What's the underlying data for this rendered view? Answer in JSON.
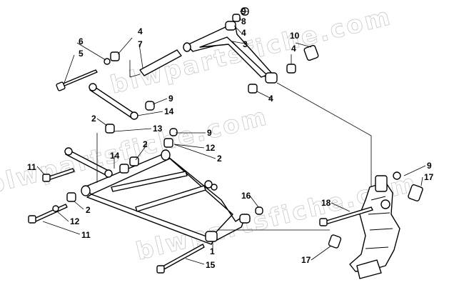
{
  "watermark": "blwpartsfiche.com",
  "callouts": [
    {
      "id": "c9a",
      "text": "9"
    },
    {
      "id": "c8",
      "text": "8"
    },
    {
      "id": "c4a",
      "text": "4"
    },
    {
      "id": "c3",
      "text": "3"
    },
    {
      "id": "c4b",
      "text": "4"
    },
    {
      "id": "c7",
      "text": "7"
    },
    {
      "id": "c6",
      "text": "6"
    },
    {
      "id": "c5",
      "text": "5"
    },
    {
      "id": "c10",
      "text": "10"
    },
    {
      "id": "c4c",
      "text": "4"
    },
    {
      "id": "c4d",
      "text": "4"
    },
    {
      "id": "c9b",
      "text": "9"
    },
    {
      "id": "c14a",
      "text": "14"
    },
    {
      "id": "c2a",
      "text": "2"
    },
    {
      "id": "c13",
      "text": "13"
    },
    {
      "id": "c9c",
      "text": "9"
    },
    {
      "id": "c12a",
      "text": "12"
    },
    {
      "id": "c2b",
      "text": "2"
    },
    {
      "id": "c2c",
      "text": "2"
    },
    {
      "id": "c14b",
      "text": "14"
    },
    {
      "id": "c11a",
      "text": "11"
    },
    {
      "id": "c9d",
      "text": "9"
    },
    {
      "id": "c17a",
      "text": "17"
    },
    {
      "id": "c16",
      "text": "16"
    },
    {
      "id": "c18",
      "text": "18"
    },
    {
      "id": "c2d",
      "text": "2"
    },
    {
      "id": "c12b",
      "text": "12"
    },
    {
      "id": "c11b",
      "text": "11"
    },
    {
      "id": "c17b",
      "text": "17"
    },
    {
      "id": "c1",
      "text": "1"
    },
    {
      "id": "c15",
      "text": "15"
    }
  ]
}
